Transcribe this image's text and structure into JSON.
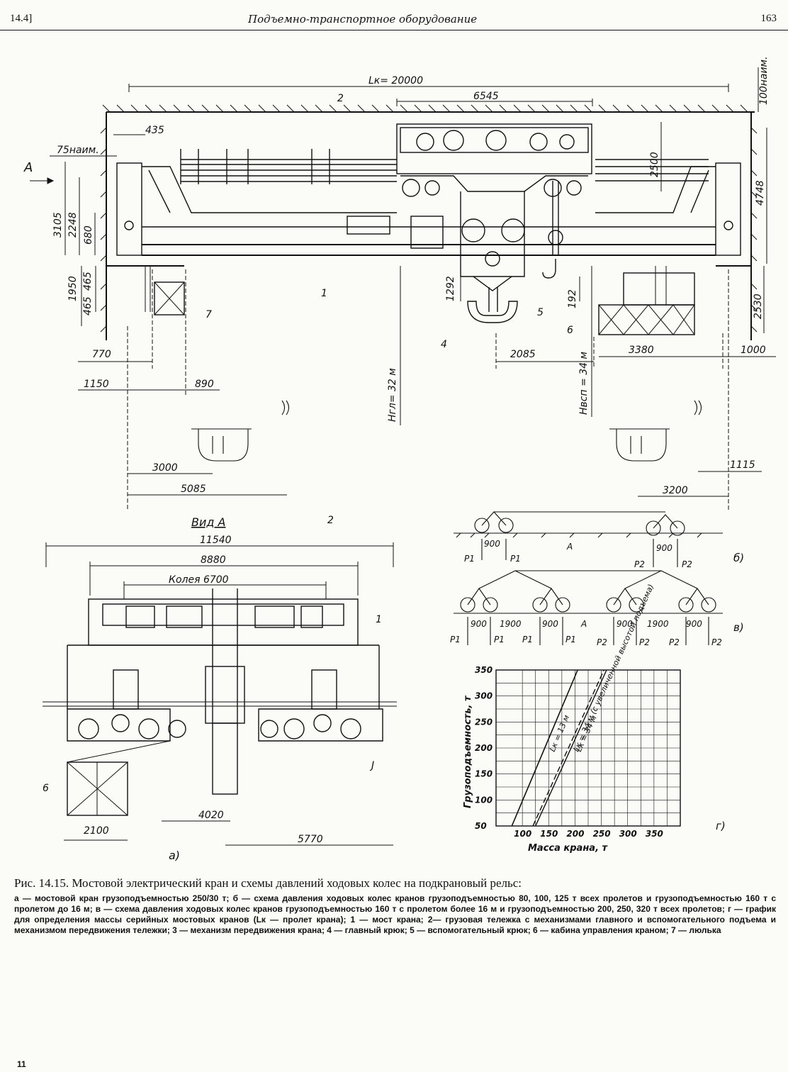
{
  "header": {
    "section": "14.4]",
    "title": "Подъемно-транспортное оборудование",
    "page": "163"
  },
  "main_drawing": {
    "dims": {
      "span": "Lк= 20000",
      "trolley": "6545",
      "top_clear": "100наим.",
      "d435": "435",
      "d75": "75наим.",
      "d3105": "3105",
      "d2248": "2248",
      "d680": "680",
      "d2500": "2500",
      "d4748": "4748",
      "d1950": "1950",
      "d465a": "465",
      "d465b": "465",
      "d1292": "1292",
      "d192": "192",
      "d2530": "2530",
      "d770": "770",
      "d1150": "1150",
      "d890": "890",
      "d2085": "2085",
      "d3380": "3380",
      "d1000": "1000",
      "d3000": "3000",
      "d5085": "5085",
      "d1115": "1115",
      "d3200": "3200",
      "hgl": "Hгл= 32 м",
      "hvsp": "Hвсп = 34 м"
    },
    "callouts": [
      "1",
      "2",
      "4",
      "5",
      "6",
      "7"
    ],
    "view_arrow": "A"
  },
  "view_a": {
    "title": "Вид А",
    "d11540": "11540",
    "d8880": "8880",
    "track": "Колея 6700",
    "d4020": "4020",
    "d2100": "2100",
    "d5770": "5770",
    "callouts": [
      "2",
      "1",
      "6",
      "J"
    ],
    "label": "а)"
  },
  "scheme_b": {
    "label": "б)",
    "d1": "900",
    "d2": "900",
    "a": "A",
    "loads": [
      "P1",
      "P1",
      "P2",
      "P2"
    ]
  },
  "scheme_v": {
    "label": "в)",
    "dims": [
      "900",
      "1900",
      "900",
      "A",
      "900",
      "1900",
      "900"
    ],
    "loads": [
      "P1",
      "P1",
      "P1",
      "P1",
      "P2",
      "P2",
      "P2",
      "P2"
    ]
  },
  "chart_data": {
    "type": "line",
    "ylabel": "Грузоподъемность, т",
    "xlabel": "Масса крана, т",
    "x_ticks": [
      "100",
      "150",
      "200",
      "250",
      "300",
      "350"
    ],
    "y_ticks": [
      "350",
      "300",
      "250",
      "200",
      "150",
      "100",
      "50"
    ],
    "xlim": [
      50,
      400
    ],
    "ylim": [
      50,
      350
    ],
    "series": [
      {
        "name": "Lк = 13 м",
        "x": [
          80,
          205
        ],
        "y": [
          50,
          350
        ]
      },
      {
        "name": "Lк = 34 м",
        "x": [
          125,
          260
        ],
        "y": [
          50,
          350
        ]
      },
      {
        "name": "Lк = 34 м (с увеличенной высотой подъема)",
        "x": [
          120,
          255
        ],
        "y": [
          50,
          350
        ]
      }
    ],
    "panel_label": "г)"
  },
  "caption": {
    "title": "Рис. 14.15. Мостовой электрический кран и схемы давлений ходовых колес на подкрановый рельс:",
    "body": "а — мостовой кран грузоподъемностью 250/30 т; б — схема давления ходовых колес кранов грузоподъемностью 80, 100, 125 т всех пролетов и грузоподъемностью 160 т с пролетом до 16 м; в — схема давления ходовых колес кранов грузоподъемностью 160 т с пролетом более 16 м и грузоподъемностью 200, 250, 320 т всех пролетов; г — график для определения массы серийных мостовых кранов (Lк — пролет крана); 1 — мост крана; 2— грузовая тележка с механизмами главного и вспомогательного подъема и механизмом передвижения тележки; 3 — механизм передвижения крана; 4 — главный крюк; 5 — вспомогательный крюк; 6 — кабина управления краном; 7 — люлька"
  },
  "footer": {
    "page_fragment": "11"
  }
}
